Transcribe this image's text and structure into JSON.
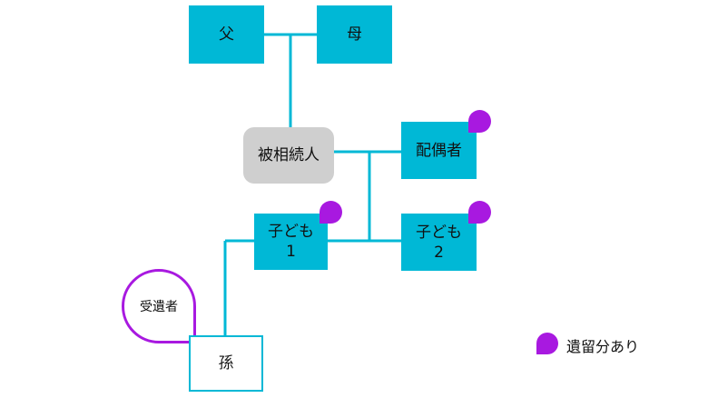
{
  "nodes": {
    "father": "父",
    "mother": "母",
    "decedent": "被相続人",
    "spouse": "配偶者",
    "child1_line1": "子ども",
    "child1_line2": "1",
    "child2_line1": "子ども",
    "child2_line2": "2",
    "grandchild": "孫",
    "legatee": "受遺者"
  },
  "legend": {
    "label": "遺留分あり"
  },
  "colors": {
    "box": "#00b8d6",
    "line": "#00b8d6",
    "decedent_box": "#cfcfcf",
    "badge": "#a819e0"
  }
}
